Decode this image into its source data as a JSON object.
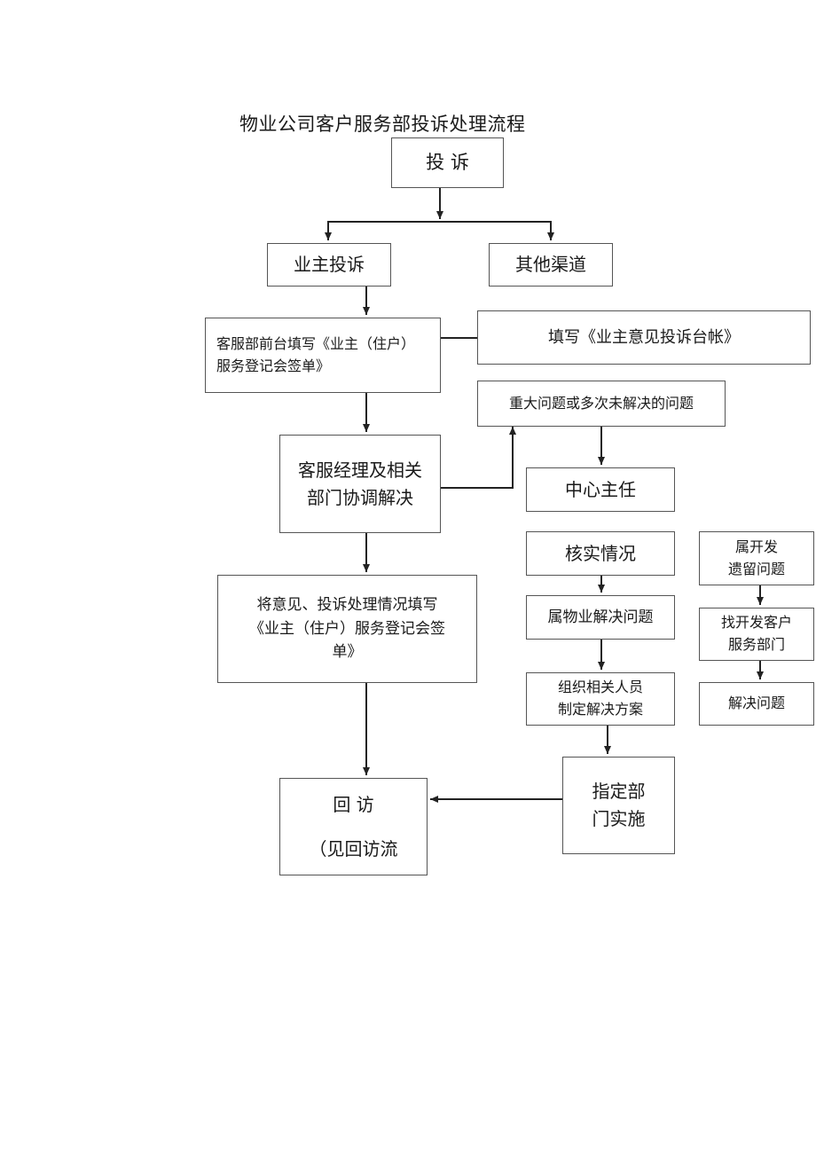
{
  "title": "物业公司客户服务部投诉处理流程",
  "nodes": {
    "complaint": "投  诉",
    "owner_complaint": "业主投诉",
    "other_channels": "其他渠道",
    "front_desk": "客服部前台填写《业主（住户）\n服务登记会签单》",
    "fill_ledger": "填写《业主意见投诉台帐》",
    "major_issue": "重大问题或多次未解决的问题",
    "manager_coordinate": "客服经理及相关\n部门协调解决",
    "center_director": "中心主任",
    "record_result": "将意见、投诉处理情况填写\n《业主（住户）服务登记会签\n单》",
    "verify": "核实情况",
    "property_issue": "属物业解决问题",
    "developer_issue": "属开发\n遗留问题",
    "find_developer": "找开发客户\n服务部门",
    "organize": "组织相关人员\n制定解决方案",
    "resolve": "解决问题",
    "assign_dept": "指定部\n门实施",
    "revisit": "回    访\n\n（见回访流"
  }
}
